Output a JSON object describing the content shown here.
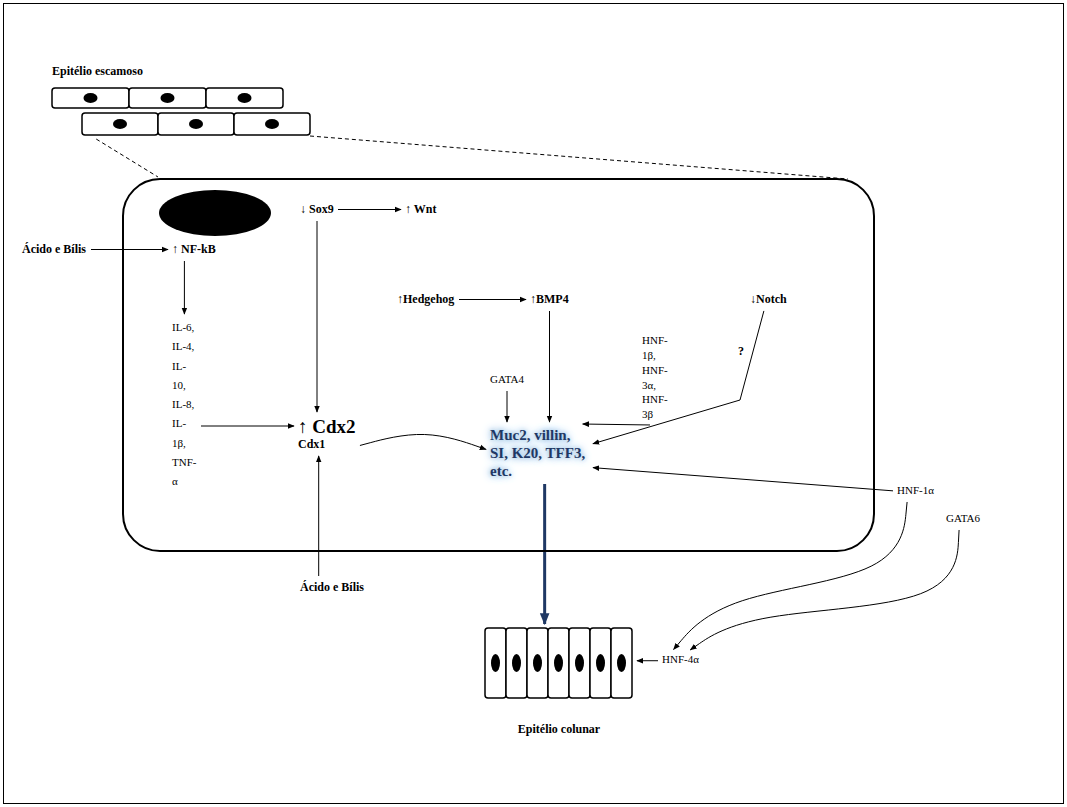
{
  "diagram": {
    "nodes": [
      {
        "text": [
          "Epitélio escamoso"
        ]
      },
      {
        "text": []
      },
      {
        "text": [
          "↓ Sox9"
        ],
        "in": 1
      },
      {
        "text": [
          "↑ Wnt"
        ],
        "in": 1
      },
      {
        "text": [
          "Ácido e Bílis"
        ]
      },
      {
        "text": [
          "↑ NF-kB"
        ],
        "in": 1
      },
      {
        "text": [
          "↑Hedgehog"
        ],
        "in": 1
      },
      {
        "text": [
          "↑BMP4"
        ],
        "in": 1
      },
      {
        "text": [
          "↓Notch"
        ],
        "in": 1
      },
      {
        "text": [
          "HNF-1β, HNF-3α, HNF-3β"
        ],
        "in": 1
      },
      {
        "text": [
          "IL-6, IL-4, IL-10, IL-8, IL-1β, TNF-α"
        ],
        "in": 1
      },
      {
        "text": [
          "GATA4"
        ],
        "in": 1
      },
      {
        "text": [
          "↑ Cdx2",
          "Cdx1"
        ],
        "in": 1
      },
      {
        "text": [
          "Muc2, villin, SI, K20, TFF3, etc."
        ],
        "in": 1
      },
      {
        "text": [
          "HNF-1α"
        ]
      },
      {
        "text": [
          "GATA6"
        ]
      },
      {
        "text": [
          "Ácido e Bílis"
        ]
      },
      {
        "text": [
          "HNF-4α"
        ]
      },
      {
        "text": [
          "Epitélio colunar"
        ]
      }
    ],
    "edges": [
      {
        "from": 0,
        "to": 1,
        "arrow": "none"
      },
      {
        "from": 4,
        "to": 5,
        "arrow": "to"
      },
      {
        "from": 2,
        "to": 3,
        "arrow": "to"
      },
      {
        "from": 5,
        "to": 10,
        "arrow": "to"
      },
      {
        "from": 10,
        "to": 12,
        "arrow": "to"
      },
      {
        "from": 2,
        "to": 12,
        "arrow": "to"
      },
      {
        "from": 16,
        "to": 12,
        "arrow": "to"
      },
      {
        "from": 6,
        "to": 7,
        "arrow": "to"
      },
      {
        "from": 7,
        "to": 13,
        "arrow": "to"
      },
      {
        "from": 11,
        "to": 13,
        "arrow": "to"
      },
      {
        "from": 9,
        "to": 13,
        "arrow": "to"
      },
      {
        "from": 8,
        "to": 13,
        "label": "?",
        "arrow": "to"
      },
      {
        "from": 12,
        "to": 13,
        "arrow": "to"
      },
      {
        "from": 14,
        "to": 13,
        "arrow": "to"
      },
      {
        "from": 13,
        "to": 18,
        "arrow": "to"
      },
      {
        "from": 14,
        "to": 17,
        "arrow": "to"
      },
      {
        "from": 15,
        "to": 17,
        "arrow": "to"
      },
      {
        "from": 17,
        "to": 18,
        "arrow": "to"
      }
    ]
  }
}
